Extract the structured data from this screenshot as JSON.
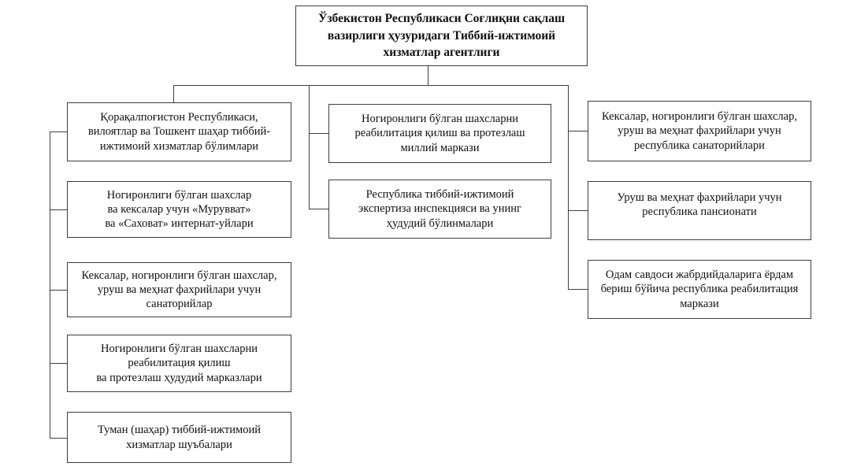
{
  "diagram": {
    "root": {
      "label": "Ўзбекистон Республикаси Соғлиқни сақлаш\nвазирлиги ҳузуридаги Тиббий-ижтимоий\nхизматлар агентлиги"
    },
    "left_column": [
      {
        "label": "Қорақалпоғистон Республикаси,\nвилоятлар ва Тошкент шаҳар тиббий-\nижтимоий хизматлар бўлимлари"
      },
      {
        "label": "Ногиронлиги бўлган шахслар\nва кексалар учун «Мурувват»\nва «Саховат» интернат-уйлари"
      },
      {
        "label": "Кексалар, ногиронлиги бўлган шахслар,\nуруш ва меҳнат фахрийлари учун\nсанаторийлар"
      },
      {
        "label": "Ногиронлиги бўлган шахсларни\nреабилитация қилиш\nва протезлаш ҳудудий марказлари"
      },
      {
        "label": "Туман (шаҳар) тиббий-ижтимоий\nхизматлар шуъбалари"
      }
    ],
    "middle_column": [
      {
        "label": "Ногиронлиги бўлган шахсларни\nреабилитация қилиш ва протезлаш\nмиллий маркази"
      },
      {
        "label": "Республика тиббий-ижтимоий\nэкспертиза инспекцияси ва унинг\nҳудудий бўлинмалари"
      }
    ],
    "right_column": [
      {
        "label": "Кексалар, ногиронлиги бўлган шахслар,\nуруш ва меҳнат фахрийлари учун\nреспублика санаторийлари"
      },
      {
        "label": "Уруш ва меҳнат фахрийлари учун\nреспублика пансионати"
      },
      {
        "label": "Одам савдоси жабрдийдаларига ёрдам\nбериш бўйича республика реабилитация\nмаркази"
      }
    ]
  },
  "colors": {
    "border": "#3e3e3e",
    "text": "#101010",
    "background": "#ffffff"
  }
}
